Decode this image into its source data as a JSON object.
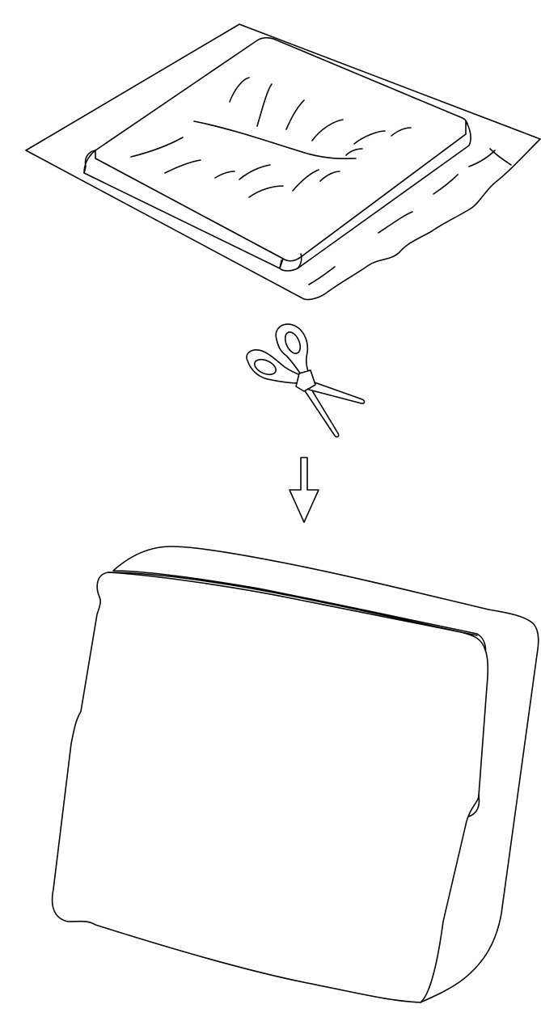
{
  "colors": {
    "line": "#000000",
    "background": "#ffffff"
  },
  "steps": [
    {
      "name": "wrapped-cushion",
      "icon": "vacuum-sealed-cushion-icon"
    },
    {
      "name": "cut",
      "icon": "scissors-icon"
    },
    {
      "name": "direction",
      "icon": "arrow-down-icon"
    },
    {
      "name": "expanded-cushion",
      "icon": "expanded-cushion-icon"
    }
  ]
}
